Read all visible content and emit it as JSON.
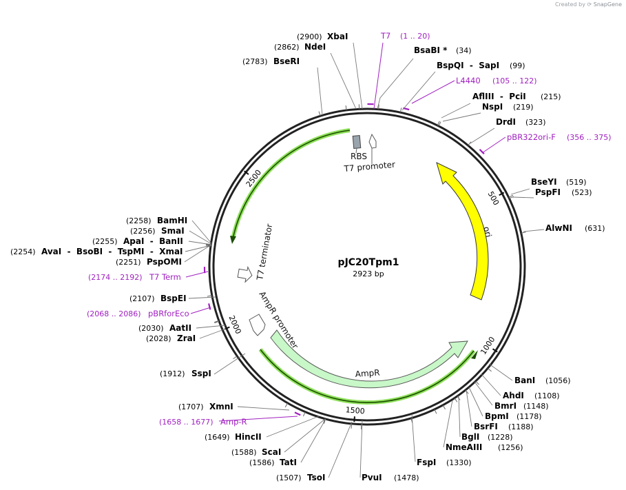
{
  "watermark": {
    "prefix": "Created by",
    "brand": "SnapGene"
  },
  "plasmid": {
    "name": "pJC20Tpm1",
    "length_label": "2923 bp",
    "length": 2923
  },
  "colors": {
    "primer": "#a020c0",
    "ori": "#ffff00",
    "ampr": "#c8f7c8",
    "selection": "#8ee05a",
    "backbone": "#222222"
  },
  "ticks": [
    {
      "label": "500",
      "pos": 500
    },
    {
      "label": "1000",
      "pos": 1000
    },
    {
      "label": "1500",
      "pos": 1500
    },
    {
      "label": "2000",
      "pos": 2000
    },
    {
      "label": "2500",
      "pos": 2500
    }
  ],
  "enzymes": [
    {
      "name": "BsaBI *",
      "pos": "(34)",
      "site": 34
    },
    {
      "name": "BspQI  -  SapI",
      "pos": "(99)",
      "site": 99
    },
    {
      "name": "AflIII  -  PciI",
      "pos": "(215)",
      "site": 215
    },
    {
      "name": "NspI",
      "pos": "(219)",
      "site": 219
    },
    {
      "name": "DrdI",
      "pos": "(323)",
      "site": 323
    },
    {
      "name": "BseYI",
      "pos": "(519)",
      "site": 519
    },
    {
      "name": "PspFI",
      "pos": "(523)",
      "site": 523
    },
    {
      "name": "AlwNI",
      "pos": "(631)",
      "site": 631
    },
    {
      "name": "BanI",
      "pos": "(1056)",
      "site": 1056
    },
    {
      "name": "AhdI",
      "pos": "(1108)",
      "site": 1108
    },
    {
      "name": "BmrI",
      "pos": "(1148)",
      "site": 1148
    },
    {
      "name": "BpmI",
      "pos": "(1178)",
      "site": 1178
    },
    {
      "name": "BsrFI",
      "pos": "(1188)",
      "site": 1188
    },
    {
      "name": "BglI",
      "pos": "(1228)",
      "site": 1228
    },
    {
      "name": "NmeAIII",
      "pos": "(1256)",
      "site": 1256
    },
    {
      "name": "FspI",
      "pos": "(1330)",
      "site": 1330
    },
    {
      "name": "PvuI",
      "pos": "(1478)",
      "site": 1478
    },
    {
      "name": "TsoI",
      "pos": "(1507)",
      "site": 1507
    },
    {
      "name": "TatI",
      "pos": "(1586)",
      "site": 1586
    },
    {
      "name": "ScaI",
      "pos": "(1588)",
      "site": 1588
    },
    {
      "name": "HincII",
      "pos": "(1649)",
      "site": 1649
    },
    {
      "name": "XmnI",
      "pos": "(1707)",
      "site": 1707
    },
    {
      "name": "SspI",
      "pos": "(1912)",
      "site": 1912
    },
    {
      "name": "ZraI",
      "pos": "(2028)",
      "site": 2028
    },
    {
      "name": "AatII",
      "pos": "(2030)",
      "site": 2030
    },
    {
      "name": "BspEI",
      "pos": "(2107)",
      "site": 2107
    },
    {
      "name": "PspOMI",
      "pos": "(2251)",
      "site": 2251
    },
    {
      "name": "AvaI  -  BsoBI  -  TspMI  -  XmaI",
      "pos": "(2254)",
      "site": 2254
    },
    {
      "name": "ApaI  -  BanII",
      "pos": "(2255)",
      "site": 2255
    },
    {
      "name": "SmaI",
      "pos": "(2256)",
      "site": 2256
    },
    {
      "name": "BamHI",
      "pos": "(2258)",
      "site": 2258
    },
    {
      "name": "BseRI",
      "pos": "(2783)",
      "site": 2783
    },
    {
      "name": "NdeI",
      "pos": "(2862)",
      "site": 2862
    },
    {
      "name": "XbaI",
      "pos": "(2900)",
      "site": 2900
    }
  ],
  "primers": [
    {
      "name": "T7",
      "range": "(1 .. 20)",
      "site": 10
    },
    {
      "name": "L4440",
      "range": "(105 .. 122)",
      "site": 113
    },
    {
      "name": "pBR322ori-F",
      "range": "(356 .. 375)",
      "site": 365
    },
    {
      "name": "Amp-R",
      "range": "(1658 .. 1677)",
      "site": 1667
    },
    {
      "name": "pBRforEco",
      "range": "(2068 .. 2086)",
      "site": 2077
    },
    {
      "name": "T7 Term",
      "range": "(2174 .. 2192)",
      "site": 2183
    }
  ],
  "features": [
    {
      "name": "ori",
      "type": "ori"
    },
    {
      "name": "AmpR",
      "type": "cds"
    },
    {
      "name": "AmpR promoter",
      "type": "promoter"
    },
    {
      "name": "T7 terminator",
      "type": "terminator"
    },
    {
      "name": "RBS",
      "type": "rbs"
    },
    {
      "name": "T7 promoter",
      "type": "promoter"
    }
  ]
}
